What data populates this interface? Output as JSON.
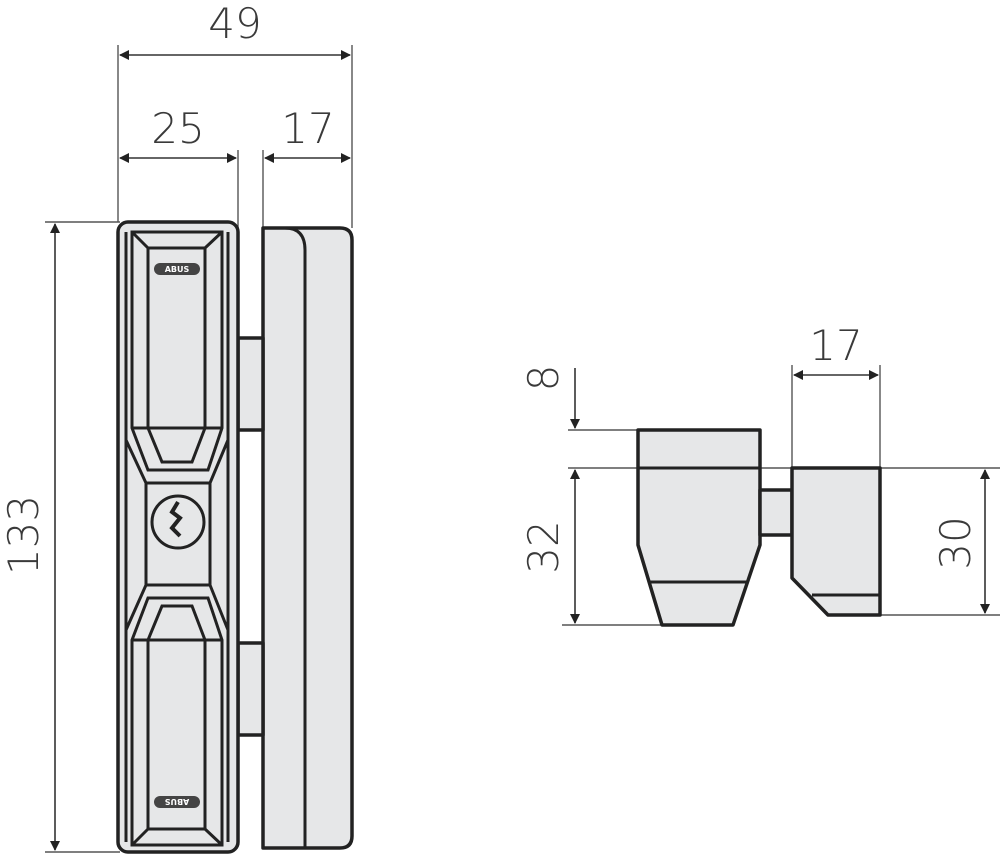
{
  "front_view": {
    "dimensions": {
      "overall_width": "49",
      "lock_width": "25",
      "plate_width": "17",
      "height": "133"
    },
    "logo_text": "ABUS"
  },
  "side_view": {
    "dimensions": {
      "top_offset": "8",
      "block_width": "17",
      "lock_height": "32",
      "block_height": "30"
    }
  },
  "colors": {
    "part_fill": "#e6e7e8",
    "outline": "#222222"
  }
}
